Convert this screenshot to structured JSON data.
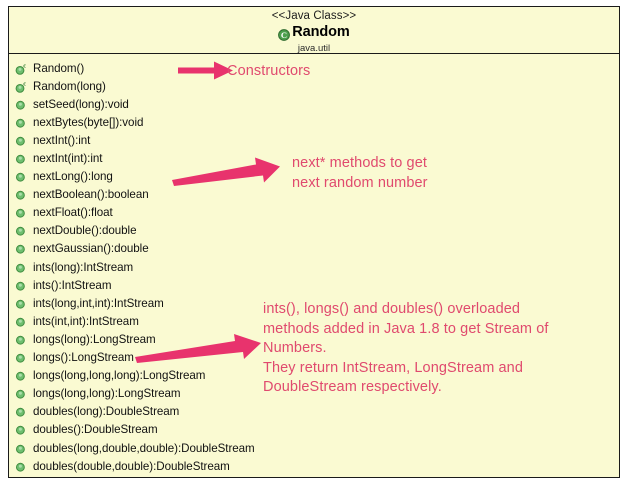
{
  "diagram": {
    "type": "uml-class-diagram",
    "accent_color": "#e04a6e",
    "box_background": "#fafad2",
    "box_border": "#1a1a1a",
    "icon_color": "#4c9f4c"
  },
  "class_box": {
    "stereotype": "<<Java Class>>",
    "name": "Random",
    "package": "java.util",
    "icon": "java-class-icon"
  },
  "members": [
    {
      "label": "Random()",
      "kind": "constructor",
      "icon": "constructor-icon"
    },
    {
      "label": "Random(long)",
      "kind": "constructor",
      "icon": "constructor-icon"
    },
    {
      "label": "setSeed(long):void",
      "kind": "method",
      "icon": "method-icon"
    },
    {
      "label": "nextBytes(byte[]):void",
      "kind": "method",
      "icon": "method-icon"
    },
    {
      "label": "nextInt():int",
      "kind": "method",
      "icon": "method-icon"
    },
    {
      "label": "nextInt(int):int",
      "kind": "method",
      "icon": "method-icon"
    },
    {
      "label": "nextLong():long",
      "kind": "method",
      "icon": "method-icon"
    },
    {
      "label": "nextBoolean():boolean",
      "kind": "method",
      "icon": "method-icon"
    },
    {
      "label": "nextFloat():float",
      "kind": "method",
      "icon": "method-icon"
    },
    {
      "label": "nextDouble():double",
      "kind": "method",
      "icon": "method-icon"
    },
    {
      "label": "nextGaussian():double",
      "kind": "method",
      "icon": "method-icon"
    },
    {
      "label": "ints(long):IntStream",
      "kind": "method",
      "icon": "method-icon"
    },
    {
      "label": "ints():IntStream",
      "kind": "method",
      "icon": "method-icon"
    },
    {
      "label": "ints(long,int,int):IntStream",
      "kind": "method",
      "icon": "method-icon"
    },
    {
      "label": "ints(int,int):IntStream",
      "kind": "method",
      "icon": "method-icon"
    },
    {
      "label": "longs(long):LongStream",
      "kind": "method",
      "icon": "method-icon"
    },
    {
      "label": "longs():LongStream",
      "kind": "method",
      "icon": "method-icon"
    },
    {
      "label": "longs(long,long,long):LongStream",
      "kind": "method",
      "icon": "method-icon"
    },
    {
      "label": "longs(long,long):LongStream",
      "kind": "method",
      "icon": "method-icon"
    },
    {
      "label": "doubles(long):DoubleStream",
      "kind": "method",
      "icon": "method-icon"
    },
    {
      "label": "doubles():DoubleStream",
      "kind": "method",
      "icon": "method-icon"
    },
    {
      "label": "doubles(long,double,double):DoubleStream",
      "kind": "method",
      "icon": "method-icon"
    },
    {
      "label": "doubles(double,double):DoubleStream",
      "kind": "method",
      "icon": "method-icon"
    }
  ],
  "annotations": {
    "constructors": "Constructors",
    "next_methods": "next* methods to get\nnext random number",
    "streams": "ints(), longs() and doubles() overloaded\nmethods added in Java 1.8 to get Stream of\nNumbers.\nThey return IntStream, LongStream and\nDoubleStream respectively."
  }
}
